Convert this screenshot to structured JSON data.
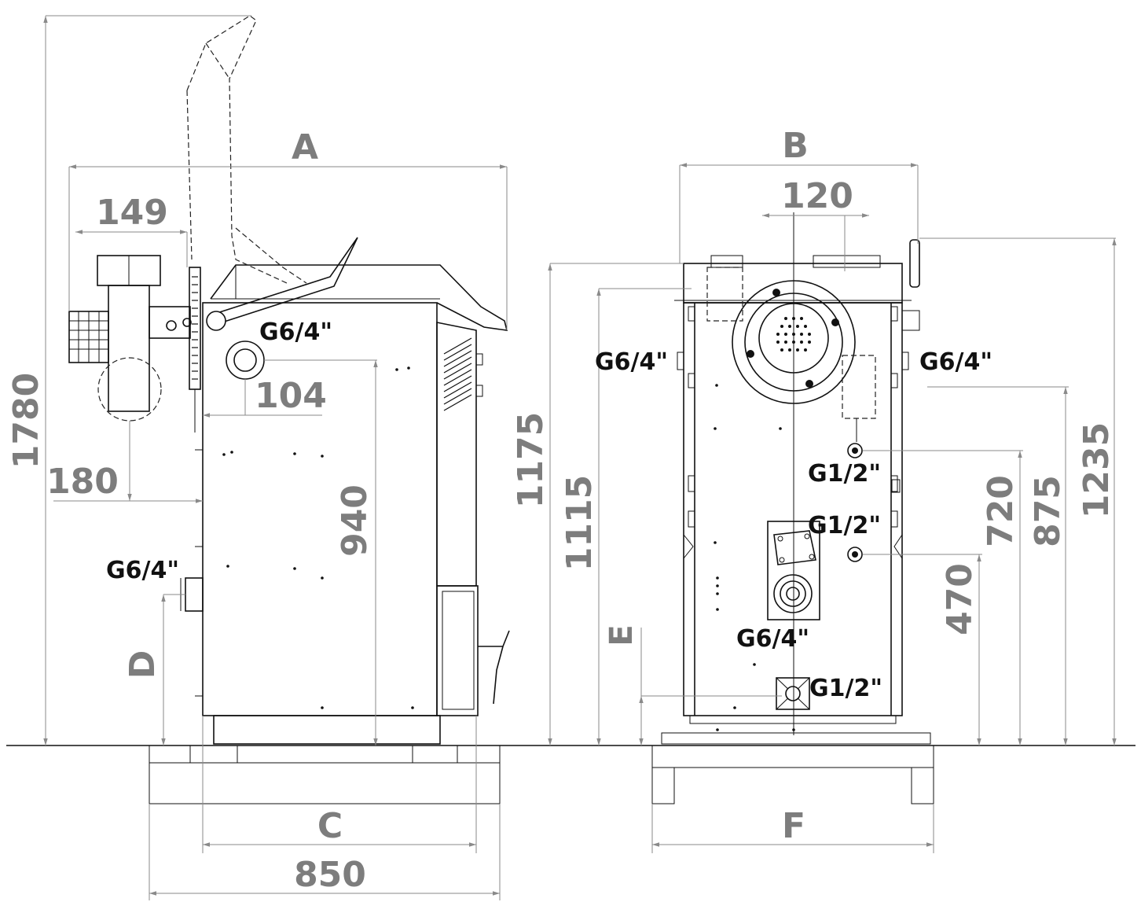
{
  "side_view": {
    "dimensions": {
      "overall_height": "1780",
      "width_a": "A",
      "burner_width": "149",
      "flue_offset": "104",
      "burner_projection": "180",
      "flue_height": "940",
      "return_height": "D",
      "base_width": "C",
      "total_width": "850"
    },
    "connections": {
      "flue_outlet": "G6/4\"",
      "return_pipe": "G6/4\""
    }
  },
  "front_view": {
    "dimensions": {
      "width_b": "B",
      "fan_offset": "120",
      "height_1175": "1175",
      "height_1115": "1115",
      "height_e": "E",
      "height_1235": "1235",
      "height_875": "875",
      "height_720": "720",
      "height_470": "470",
      "base_width": "F"
    },
    "connections": {
      "left_flow": "G6/4\"",
      "right_flow": "G6/4\"",
      "upper_g12": "G1/2\"",
      "middle_g12": "G1/2\"",
      "center_g64": "G6/4\"",
      "drain_g12": "G1/2\""
    }
  },
  "colors": {
    "outline": "#111111",
    "dimension": "#8a8a8a",
    "dimension_text": "#7d7d7d"
  }
}
